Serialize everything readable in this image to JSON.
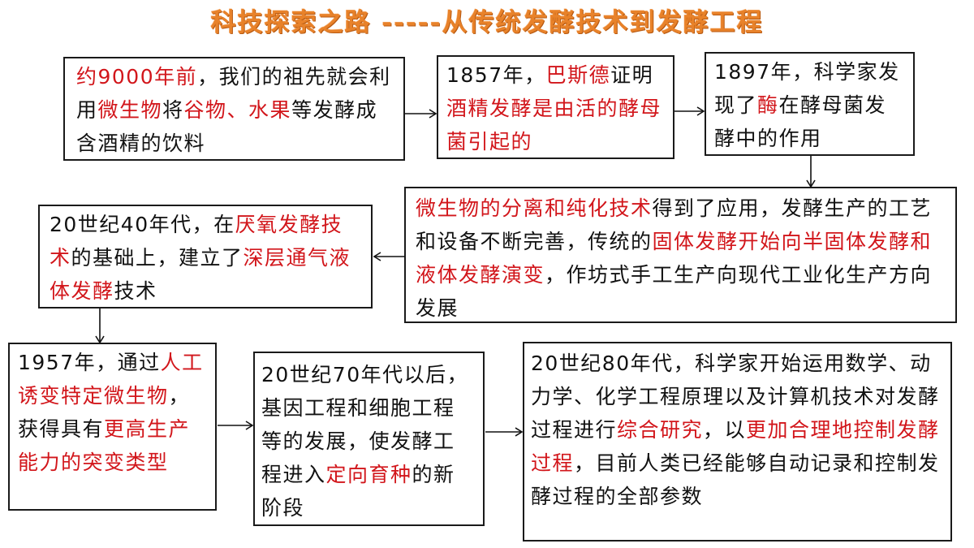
{
  "title": "科技探索之路 -----从传统发酵技术到发酵工程",
  "colors": {
    "title": "#e8822a",
    "highlight": "#d2161b",
    "text": "#111111",
    "border": "#1a1a1a"
  },
  "boxes": [
    {
      "id": "ancient",
      "segments": [
        {
          "text": "约9000年前",
          "red": true
        },
        {
          "text": "，我们的祖先就会利用",
          "red": false
        },
        {
          "text": "微生物",
          "red": true
        },
        {
          "text": "将",
          "red": false
        },
        {
          "text": "谷物、水果",
          "red": true
        },
        {
          "text": "等发酵成含酒精的饮料",
          "red": false
        }
      ]
    },
    {
      "id": "pasteur-1857",
      "segments": [
        {
          "text": "1857年，",
          "red": false
        },
        {
          "text": "巴斯德",
          "red": true
        },
        {
          "text": "证明",
          "red": false
        },
        {
          "text": "酒精发酵是由活的酵母菌引起的",
          "red": true
        }
      ]
    },
    {
      "id": "enzyme-1897",
      "segments": [
        {
          "text": "1897年，科学家发现了",
          "red": false
        },
        {
          "text": "酶",
          "red": true
        },
        {
          "text": "在酵母菌发酵中的作用",
          "red": false
        }
      ]
    },
    {
      "id": "purification",
      "segments": [
        {
          "text": "微生物的分离和纯化技术",
          "red": true
        },
        {
          "text": "得到了应用，发酵生产的工艺和设备不断完善，传统的",
          "red": false
        },
        {
          "text": "固体发酵开始向半固体发酵和液体发酵演变",
          "red": true
        },
        {
          "text": "，作坊式手工生产向现代工业化生产方向发展",
          "red": false
        }
      ]
    },
    {
      "id": "1940s",
      "segments": [
        {
          "text": "20世纪40年代，在",
          "red": false
        },
        {
          "text": "厌氧发酵技术",
          "red": true
        },
        {
          "text": "的基础上，建立了",
          "red": false
        },
        {
          "text": "深层通气液体发酵",
          "red": true
        },
        {
          "text": "技术",
          "red": false
        }
      ]
    },
    {
      "id": "1957",
      "segments": [
        {
          "text": "1957年，通过",
          "red": false
        },
        {
          "text": "人工诱变特定微生物",
          "red": true
        },
        {
          "text": "，获得具有",
          "red": false
        },
        {
          "text": "更高生产能力的突变类型",
          "red": true
        }
      ]
    },
    {
      "id": "1970s",
      "segments": [
        {
          "text": "20世纪70年代以后，基因工程和细胞工程等的发展，使发酵工程进入",
          "red": false
        },
        {
          "text": "定向育种",
          "red": true
        },
        {
          "text": "的新阶段",
          "red": false
        }
      ]
    },
    {
      "id": "1980s",
      "segments": [
        {
          "text": "20世纪80年代，科学家开始运用数学、动力学、化学工程原理以及计算机技术对发酵过程进行",
          "red": false
        },
        {
          "text": "综合研究",
          "red": true
        },
        {
          "text": "，以",
          "red": false
        },
        {
          "text": "更加合理地控制发酵过程",
          "red": true
        },
        {
          "text": "，目前人类已经能够自动记录和控制发酵过程的全部参数",
          "red": false
        }
      ]
    }
  ],
  "arrows": [
    {
      "from": "ancient",
      "to": "pasteur-1857",
      "direction": "right"
    },
    {
      "from": "pasteur-1857",
      "to": "enzyme-1897",
      "direction": "right"
    },
    {
      "from": "enzyme-1897",
      "to": "purification",
      "direction": "down"
    },
    {
      "from": "purification",
      "to": "1940s",
      "direction": "left"
    },
    {
      "from": "1940s",
      "to": "1957",
      "direction": "down"
    },
    {
      "from": "1957",
      "to": "1970s",
      "direction": "right"
    },
    {
      "from": "1970s",
      "to": "1980s",
      "direction": "right"
    }
  ]
}
